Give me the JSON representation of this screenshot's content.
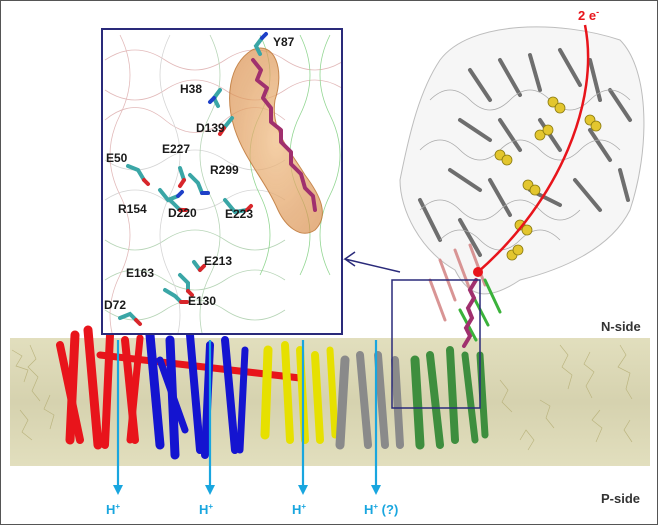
{
  "figure": {
    "colors": {
      "membrane": "#c8c394",
      "subunit_red": "#e8141b",
      "subunit_blue": "#1414d0",
      "subunit_yellow": "#e6e000",
      "subunit_gray": "#8a8a8a",
      "subunit_green": "#3e8e3e",
      "proton_arrow": "#19a6df",
      "electron_path": "#e8141b",
      "quinone": "#a0306e",
      "quinone_surface": "#e3a467",
      "inset_border": "#2a2a7a",
      "residue_teal": "#3aa6a6"
    },
    "side_labels": {
      "n_side": "N-side",
      "p_side": "P-side"
    },
    "electron_label": "2 e",
    "electron_superscript": "-",
    "protons": [
      {
        "label": "H",
        "sup": "+"
      },
      {
        "label": "H",
        "sup": "+"
      },
      {
        "label": "H",
        "sup": "+"
      },
      {
        "label": "H",
        "sup": "+",
        "suffix": " (?)"
      }
    ],
    "inset": {
      "residues": [
        "Y87",
        "H38",
        "D139",
        "E50",
        "E227",
        "R299",
        "R154",
        "D220",
        "E223",
        "E163",
        "E213",
        "E130",
        "D72"
      ]
    }
  }
}
